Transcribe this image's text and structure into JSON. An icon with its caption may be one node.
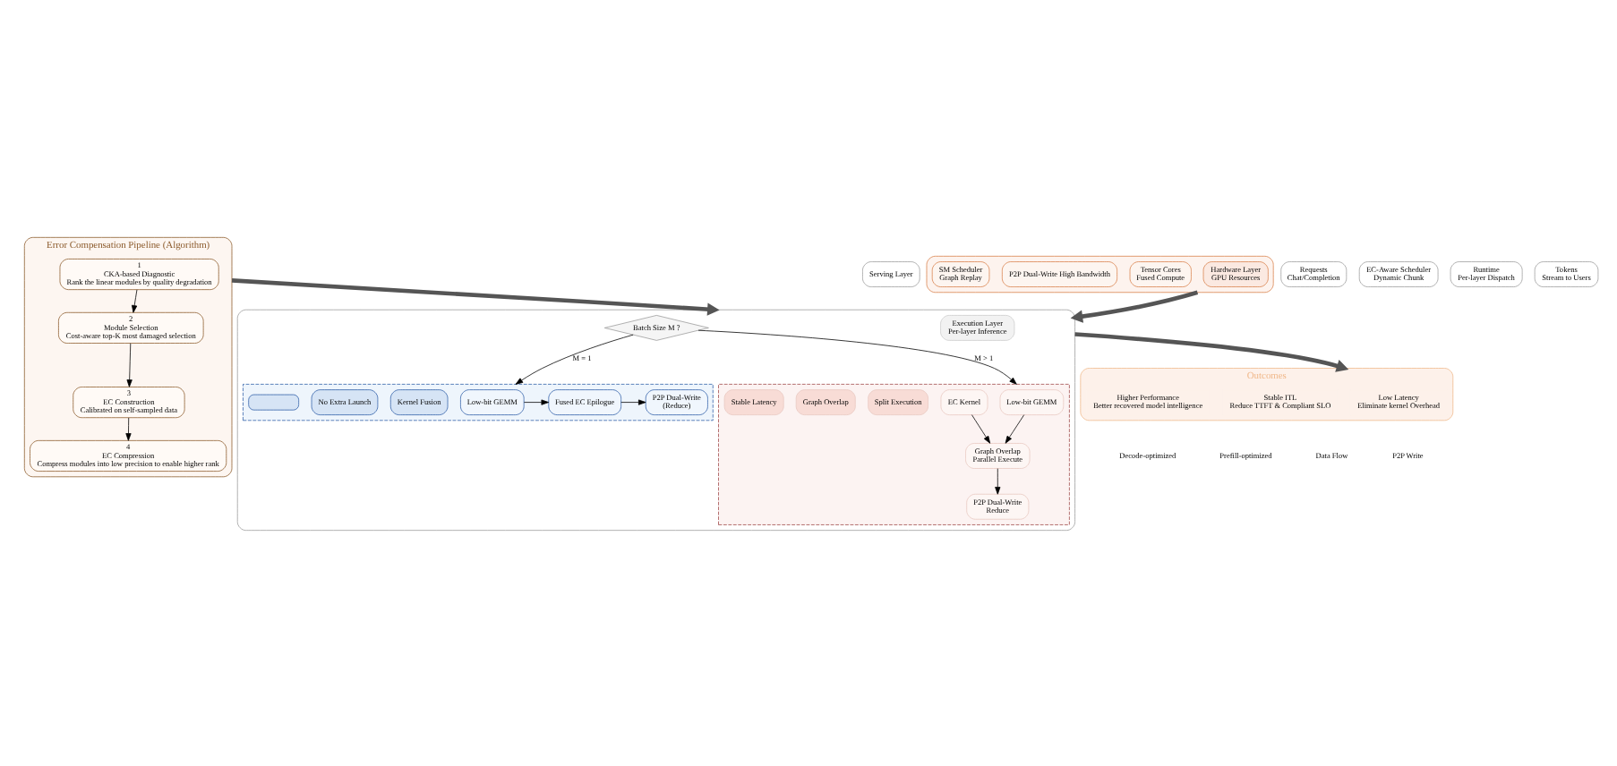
{
  "diagram": {
    "nodes": [
      {
        "text": [
          "Error Compensation Pipeline (Algorithm)"
        ]
      },
      {
        "text": [
          "1",
          "CKA-based Diagnostic",
          "Rank the linear modules by quality degradation"
        ],
        "in": 0
      },
      {
        "text": [
          "2",
          "Module Selection",
          "Cost-aware top-K most damaged selection"
        ],
        "in": 0
      },
      {
        "text": [
          "3",
          "EC Construction",
          "Calibrated on self-sampled data"
        ],
        "in": 0
      },
      {
        "text": [
          "4",
          "EC Compression",
          "Compress modules into low precision to enable higher rank"
        ],
        "in": 0
      },
      {
        "text": [
          "Serving Layer"
        ]
      },
      {
        "text": [
          "Requests",
          "Chat/Completion"
        ]
      },
      {
        "text": [
          "EC-Aware Scheduler",
          "Dynamic Chunk"
        ]
      },
      {
        "text": [
          "Runtime",
          "Per-layer Dispatch"
        ]
      },
      {
        "text": [
          "Tokens",
          "Stream to Users"
        ]
      },
      {
        "text": [],
        "shape": "box"
      },
      {
        "text": [
          "Execution Layer",
          "Per-layer Inference"
        ],
        "in": 10
      },
      {
        "text": [
          "Batch Size M ?"
        ],
        "in": 10
      },
      {
        "text": [],
        "shape": "box",
        "in": 10
      },
      {
        "text": [
          "Low-bit GEMM"
        ],
        "in": 13
      },
      {
        "text": [
          "Fused EC Epilogue"
        ],
        "in": 13
      },
      {
        "text": [
          "P2P Dual-Write",
          "(Reduce)"
        ],
        "in": 13
      },
      {
        "text": [
          "Kernel Fusion"
        ],
        "in": 13
      },
      {
        "text": [
          "No Extra Launch"
        ],
        "in": 13
      },
      {
        "text": [],
        "shape": "box",
        "in": 13
      },
      {
        "text": [],
        "shape": "box",
        "in": 10
      },
      {
        "text": [
          "Low-bit GEMM"
        ],
        "in": 20
      },
      {
        "text": [
          "EC Kernel"
        ],
        "in": 20
      },
      {
        "text": [
          "Graph Overlap",
          "Parallel Execute"
        ],
        "in": 20
      },
      {
        "text": [
          "P2P Dual-Write",
          "Reduce"
        ],
        "in": 20
      },
      {
        "text": [
          "Split Execution"
        ],
        "in": 20
      },
      {
        "text": [
          "Graph Overlap"
        ],
        "in": 20
      },
      {
        "text": [
          "Stable Latency"
        ],
        "in": 20
      },
      {
        "text": [],
        "shape": "box"
      },
      {
        "text": [
          "Hardware Layer",
          "GPU Resources"
        ],
        "in": 28
      },
      {
        "text": [
          "Tensor Cores",
          "Fused Compute"
        ],
        "in": 28
      },
      {
        "text": [
          "P2P Dual-Write High Bandwidth"
        ],
        "in": 28
      },
      {
        "text": [
          "SM Scheduler",
          "Graph Replay"
        ],
        "in": 28
      },
      {
        "text": [
          "Outcomes"
        ]
      },
      {
        "text": [
          "Low Latency",
          "Eliminate kernel Overhead"
        ],
        "in": 33
      },
      {
        "text": [
          "Stable ITL",
          "Reduce TTFT & Compliant SLO"
        ],
        "in": 33
      },
      {
        "text": [
          "Higher Performance",
          "Better recovered model intelligence"
        ],
        "in": 33
      }
    ],
    "edges": [
      {
        "from": 1,
        "to": 2,
        "arrow": "to"
      },
      {
        "from": 2,
        "to": 3,
        "arrow": "to"
      },
      {
        "from": 3,
        "to": 4,
        "arrow": "to"
      },
      {
        "from": 0,
        "to": 10,
        "arrow": "to",
        "style": "thick",
        "color": "#555555"
      },
      {
        "from": 12,
        "to": 13,
        "arrow": "to",
        "label": "M = 1"
      },
      {
        "from": 12,
        "to": 20,
        "arrow": "to",
        "label": "M > 1"
      },
      {
        "from": 14,
        "to": 15,
        "arrow": "to"
      },
      {
        "from": 15,
        "to": 16,
        "arrow": "to"
      },
      {
        "from": 21,
        "to": 23,
        "arrow": "to"
      },
      {
        "from": 22,
        "to": 23,
        "arrow": "to"
      },
      {
        "from": 23,
        "to": 24,
        "arrow": "to"
      },
      {
        "from": 28,
        "to": 10,
        "arrow": "to",
        "style": "thick",
        "color": "#555555"
      },
      {
        "from": 10,
        "to": 33,
        "arrow": "to",
        "style": "thick",
        "color": "#555555"
      }
    ],
    "legend": [
      {
        "text": "Decode-optimized"
      },
      {
        "text": "Prefill-optimized"
      },
      {
        "text": "Data Flow"
      },
      {
        "text": "P2P Write"
      }
    ]
  }
}
